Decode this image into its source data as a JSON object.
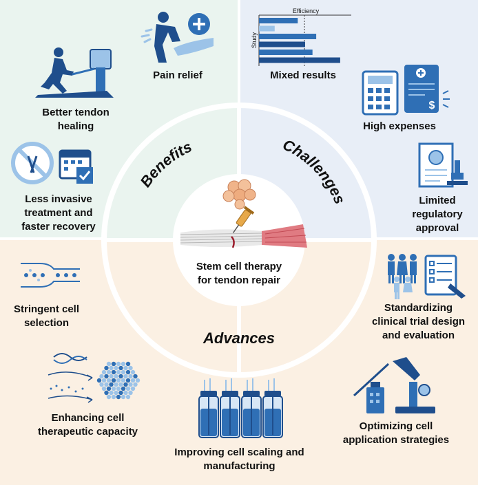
{
  "center": {
    "line1": "Stem cell therapy",
    "line2": "for tendon repair"
  },
  "sections": {
    "benefits": "Benefits",
    "challenges": "Challenges",
    "advances": "Advances"
  },
  "benefits": {
    "pain_relief": "Pain relief",
    "healing_line1": "Better tendon",
    "healing_line2": "healing",
    "invasive_line1": "Less invasive",
    "invasive_line2": "treatment and",
    "invasive_line3": "faster recovery"
  },
  "challenges": {
    "mixed_results": "Mixed results",
    "mini_chart_xlabel": "Efficiency",
    "mini_chart_ylabel": "Study",
    "mini_chart_bars": [
      0.42,
      0.17,
      0.62,
      0.5,
      0.58,
      0.88
    ],
    "high_expenses": "High expenses",
    "regulatory_line1": "Limited",
    "regulatory_line2": "regulatory",
    "regulatory_line3": "approval"
  },
  "advances": {
    "selection_line1": "Stringent cell",
    "selection_line2": "selection",
    "standard_line1": "Standardizing",
    "standard_line2": "clinical trial design",
    "standard_line3": "and evaluation",
    "capacity_line1": "Enhancing cell",
    "capacity_line2": "therapeutic capacity",
    "scaling_line1": "Improving cell scaling and",
    "scaling_line2": "manufacturing",
    "application_line1": "Optimizing cell",
    "application_line2": "application strategies"
  },
  "colors": {
    "benefits_bg": "#eaf4ef",
    "challenges_bg": "#e8eef7",
    "advances_bg": "#fbf0e3",
    "icon_blue": "#2f6fb5",
    "icon_navy": "#1f4e8c",
    "icon_light": "#9cc3e8"
  }
}
